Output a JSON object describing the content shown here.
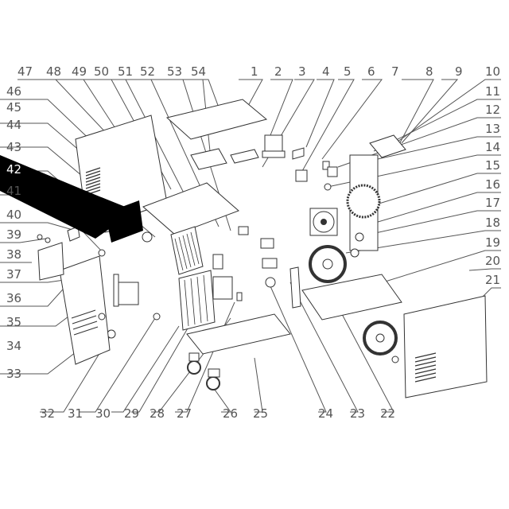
{
  "callouts": [
    "1",
    "2",
    "3",
    "4",
    "5",
    "6",
    "7",
    "8",
    "9",
    "10",
    "11",
    "12",
    "13",
    "14",
    "15",
    "16",
    "17",
    "18",
    "19",
    "20",
    "21",
    "22",
    "23",
    "24",
    "25",
    "26",
    "27",
    "28",
    "29",
    "30",
    "31",
    "32",
    "33",
    "34",
    "35",
    "36",
    "37",
    "38",
    "39",
    "40",
    "41",
    "42",
    "43",
    "44",
    "45",
    "46",
    "47",
    "48",
    "49",
    "50",
    "51",
    "52",
    "53",
    "54"
  ],
  "highlighted_callout": "42",
  "colors": {
    "line": "#333333",
    "label": "#555555",
    "highlight": "#000000",
    "background": "#ffffff"
  }
}
